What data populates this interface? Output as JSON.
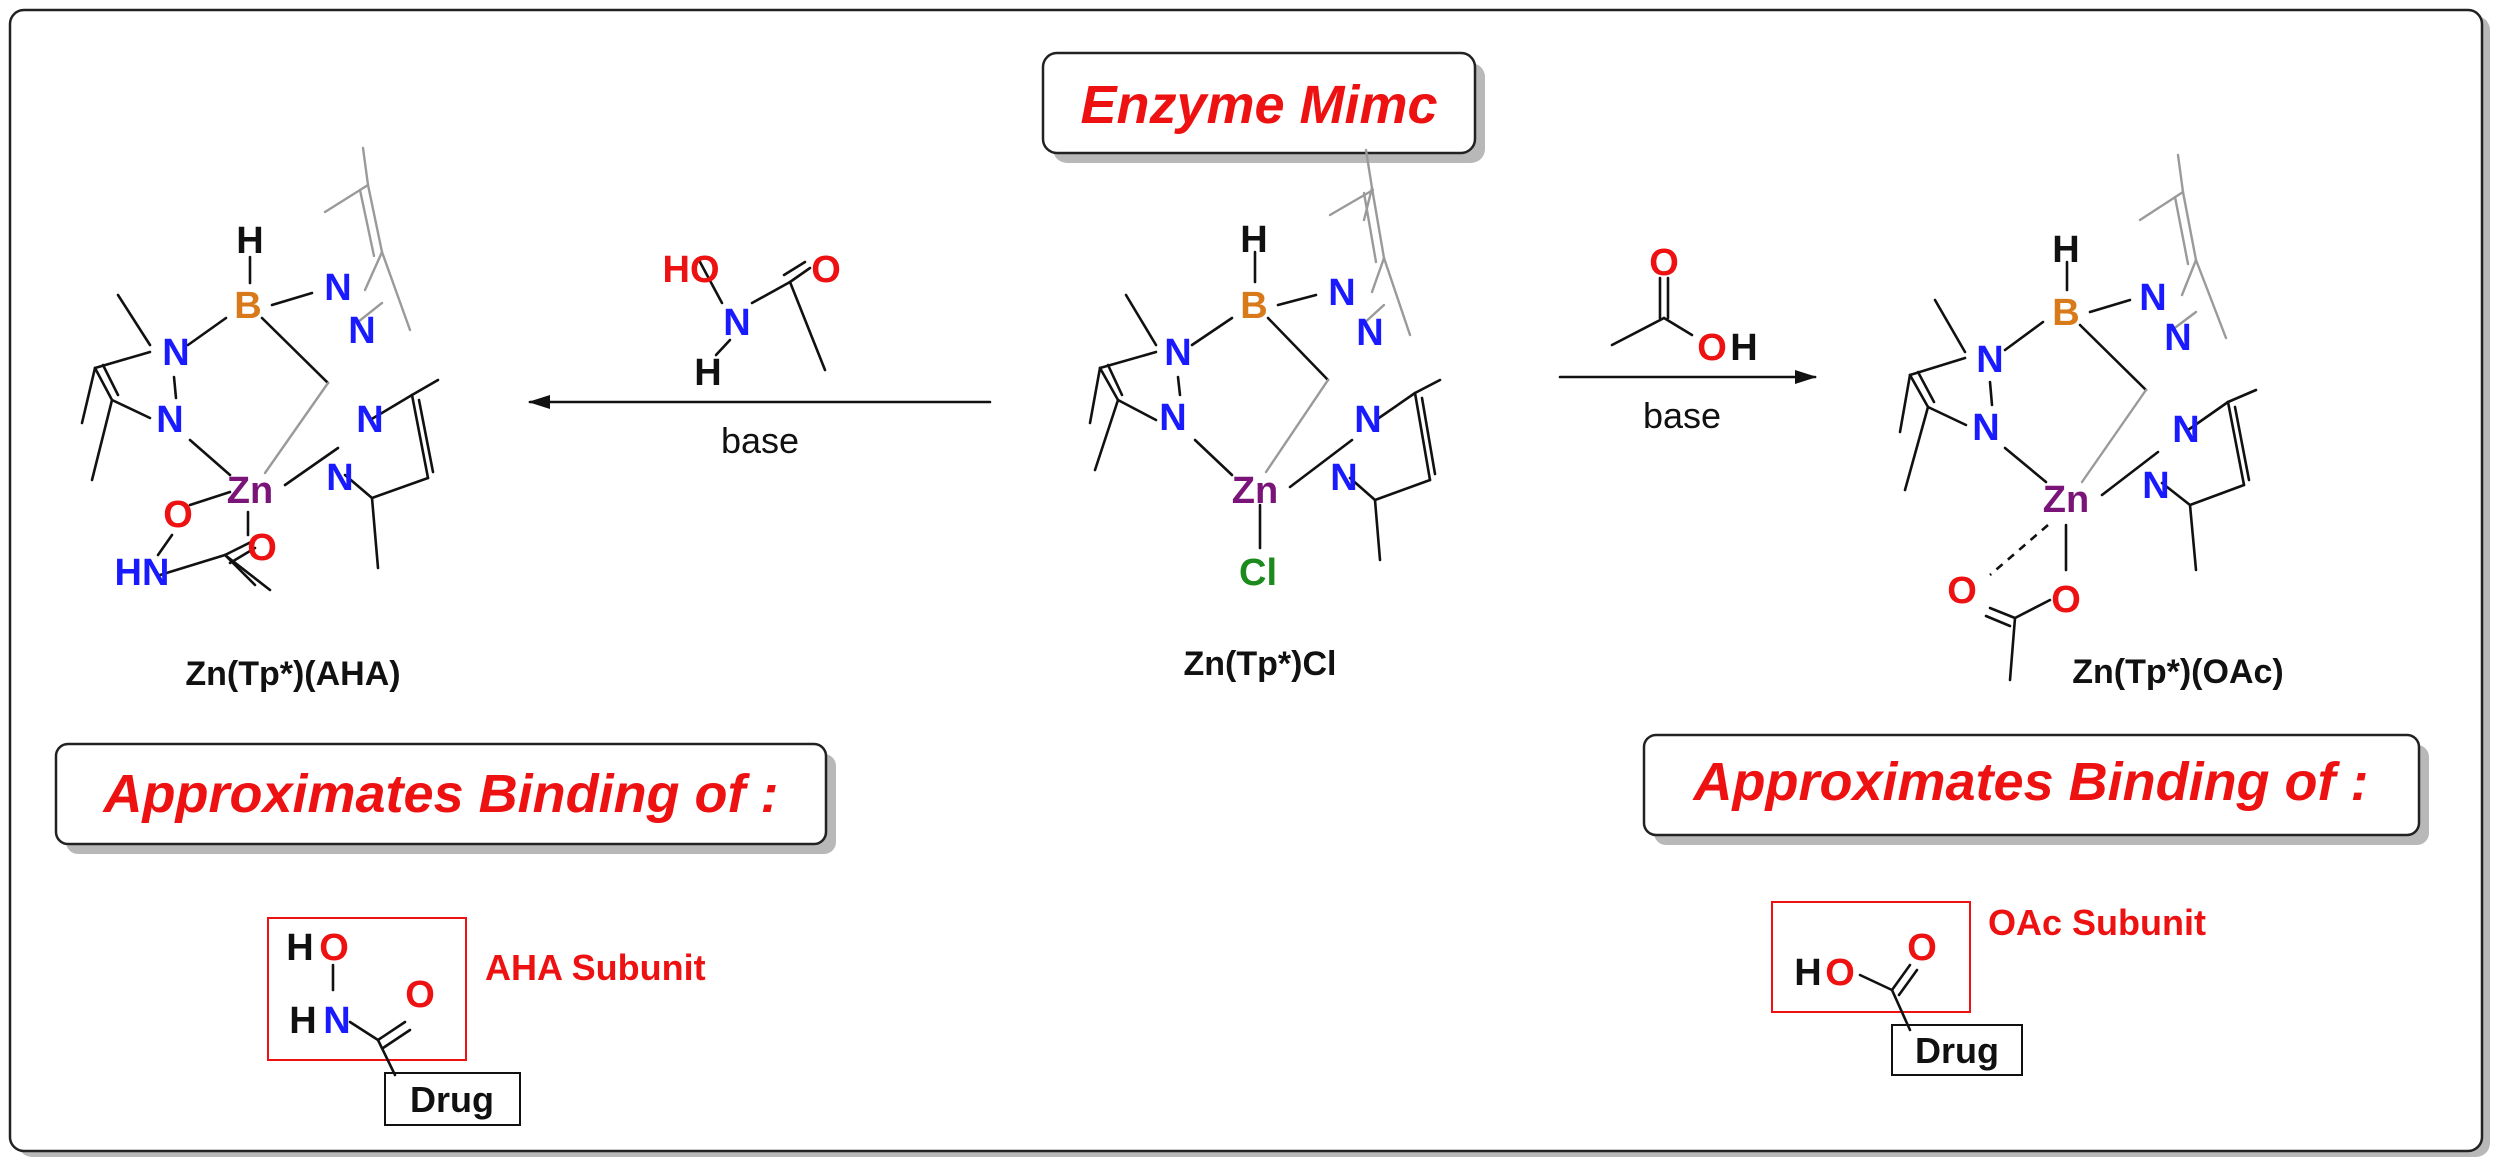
{
  "colors": {
    "nitrogen": "#1a1aff",
    "oxygen": "#ee1111",
    "boron": "#d97a1a",
    "zinc": "#7a1478",
    "chlorine": "#1c8a1c",
    "hydrogen": "#111111",
    "carbon_bonds": "#111111",
    "title_red": "#ee1111",
    "frame": "#222222",
    "shadow": "#b8b8b8"
  },
  "atoms": {
    "N": "N",
    "O": "O",
    "B": "B",
    "H": "H",
    "Zn": "Zn",
    "Cl": "Cl",
    "HN": "HN",
    "HO": "HO"
  },
  "header": {
    "title": "Enzyme Mimc"
  },
  "left_compound": {
    "name": "Zn(Tp*)(AHA)"
  },
  "center_compound": {
    "name": "Zn(Tp*)Cl"
  },
  "right_compound": {
    "name": "Zn(Tp*)(OAc)"
  },
  "left_reaction": {
    "reagent_condition": "base"
  },
  "right_reaction": {
    "reagent_condition": "base"
  },
  "left_panel": {
    "heading": "Approximates Binding of :",
    "subunit_label": "AHA Subunit",
    "drug_label": "Drug"
  },
  "right_panel": {
    "heading": "Approximates Binding of :",
    "subunit_label": "OAc Subunit",
    "drug_label": "Drug"
  }
}
